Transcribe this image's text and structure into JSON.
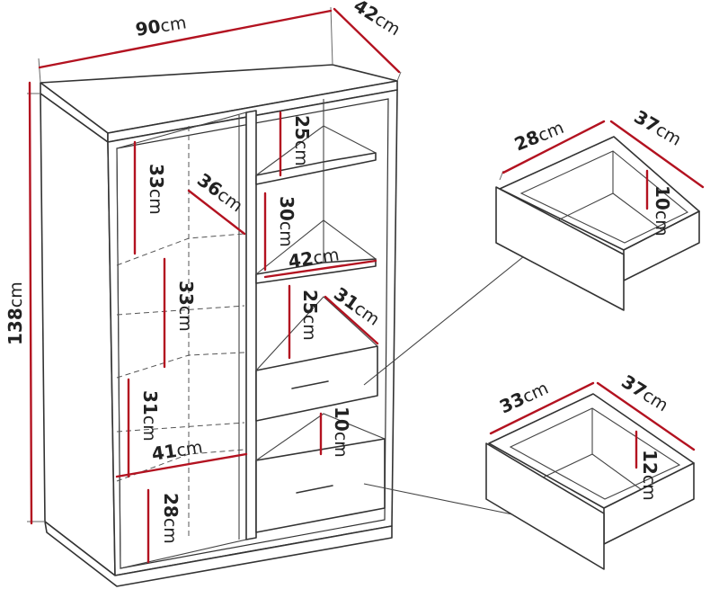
{
  "colors": {
    "dimension": "#b31220",
    "outline": "#333333",
    "text": "#222222"
  },
  "unit": "cm",
  "cabinet": {
    "overall": {
      "width": "90",
      "depth": "42",
      "height": "138"
    },
    "left_compartment": {
      "shelf_top_height": "33",
      "shelf_depth": "36",
      "shelf_middle_height": "33",
      "shelf_lower_height": "31",
      "inner_width": "41",
      "bottom_height": "28"
    },
    "right_compartment": {
      "top_shelf_height": "25",
      "second_shelf_height": "30",
      "shelf_width": "42",
      "drawer_space_height": "25",
      "drawer_space_depth": "31",
      "lower_drawer_height": "10"
    }
  },
  "drawer_top": {
    "width": "28",
    "depth": "37",
    "height": "10"
  },
  "drawer_bottom": {
    "width": "33",
    "depth": "37",
    "height": "12"
  }
}
